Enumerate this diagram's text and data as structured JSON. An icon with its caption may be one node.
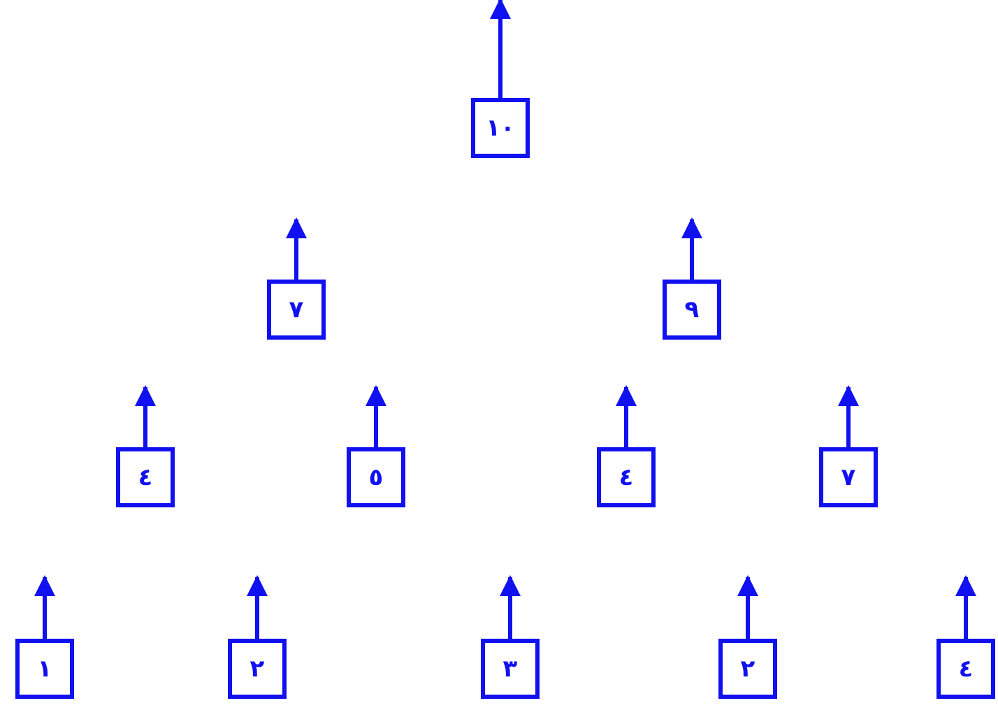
{
  "diagram": {
    "nodes": [
      {
        "text": [
          "١٠"
        ]
      },
      {
        "text": [
          "٧"
        ]
      },
      {
        "text": [
          "٩"
        ]
      },
      {
        "text": [
          "٤"
        ]
      },
      {
        "text": [
          "٥"
        ]
      },
      {
        "text": [
          "٤"
        ]
      },
      {
        "text": [
          "٧"
        ]
      },
      {
        "text": [
          "١"
        ]
      },
      {
        "text": [
          "٢"
        ]
      },
      {
        "text": [
          "٣"
        ]
      },
      {
        "text": [
          "٢"
        ]
      },
      {
        "text": [
          "٤"
        ]
      }
    ],
    "edges": [
      {
        "from": 0,
        "to": null,
        "arrow": "to"
      },
      {
        "from": 1,
        "to": null,
        "arrow": "to"
      },
      {
        "from": 2,
        "to": null,
        "arrow": "to"
      },
      {
        "from": 3,
        "to": null,
        "arrow": "to"
      },
      {
        "from": 4,
        "to": null,
        "arrow": "to"
      },
      {
        "from": 5,
        "to": null,
        "arrow": "to"
      },
      {
        "from": 6,
        "to": null,
        "arrow": "to"
      },
      {
        "from": 7,
        "to": null,
        "arrow": "to"
      },
      {
        "from": 8,
        "to": null,
        "arrow": "to"
      },
      {
        "from": 9,
        "to": null,
        "arrow": "to"
      },
      {
        "from": 10,
        "to": null,
        "arrow": "to"
      },
      {
        "from": 11,
        "to": null,
        "arrow": "to"
      }
    ]
  }
}
